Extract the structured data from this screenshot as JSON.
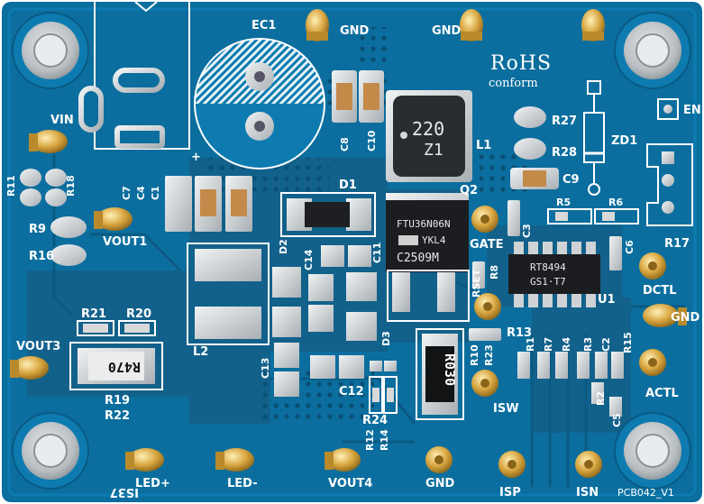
{
  "colors": {
    "board": "#0b6e9e",
    "copper": "#12618b",
    "silkscreen": "#ffffff",
    "pad": "#cfd3d6",
    "gold": "#d8a640"
  },
  "board": {
    "rohs": "RoHS",
    "conform": "conform",
    "version": "PCB042_V1"
  },
  "labels": {
    "ec1": "EC1",
    "gnd_top1": "GND",
    "gnd_top2": "GND",
    "vin": "VIN",
    "c8": "C8",
    "c10": "C10",
    "r27": "R27",
    "r28": "R28",
    "c9": "C9",
    "zd1": "ZD1",
    "en": "EN",
    "l1": "L1",
    "r11": "R11",
    "r18": "R18",
    "c7": "C7",
    "c4": "C4",
    "c1": "C1",
    "d1": "D1",
    "q2": "Q2",
    "r5": "R5",
    "r6": "R6",
    "r9": "R9",
    "r16": "R16",
    "vout1": "VOUT1",
    "d2": "D2",
    "c11": "C11",
    "gate": "GATE",
    "c3": "C3",
    "c6": "C6",
    "r17": "R17",
    "c14": "C14",
    "rset": "RSET",
    "r8": "R8",
    "dctl": "DCTL",
    "u1": "U1",
    "r21": "R21",
    "r20": "R20",
    "l2": "L2",
    "r13": "R13",
    "gnd_right": "GND",
    "vout3": "VOUT3",
    "d3": "D3",
    "r10": "R10",
    "r23": "R23",
    "r1": "R1",
    "r7": "R7",
    "r4": "R4",
    "r3": "R3",
    "c2": "C2",
    "r15": "R15",
    "actl": "ACTL",
    "c13": "C13",
    "c12": "C12",
    "r19": "R19",
    "r22": "R22",
    "isw": "ISW",
    "r2": "R2",
    "c5": "C5",
    "r24": "R24",
    "r12": "R12",
    "r14": "R14",
    "led_plus": "LED+",
    "led_minus": "LED-",
    "vout4": "VOUT4",
    "gnd_bottom": "GND",
    "isp": "ISP",
    "isn": "ISN",
    "is37": "IS37"
  },
  "markings": {
    "inductor_l1": "220",
    "inductor_l1_sub": "Z1",
    "mosfet_line1": "FTU36N06N",
    "mosfet_brand": "YKL4",
    "mosfet_line2": "C2509M",
    "sense_resistor": "R030",
    "resistor_r470": "R470",
    "ic_u1_line1": "RT8494",
    "ic_u1_line2": "GS1·T7"
  }
}
